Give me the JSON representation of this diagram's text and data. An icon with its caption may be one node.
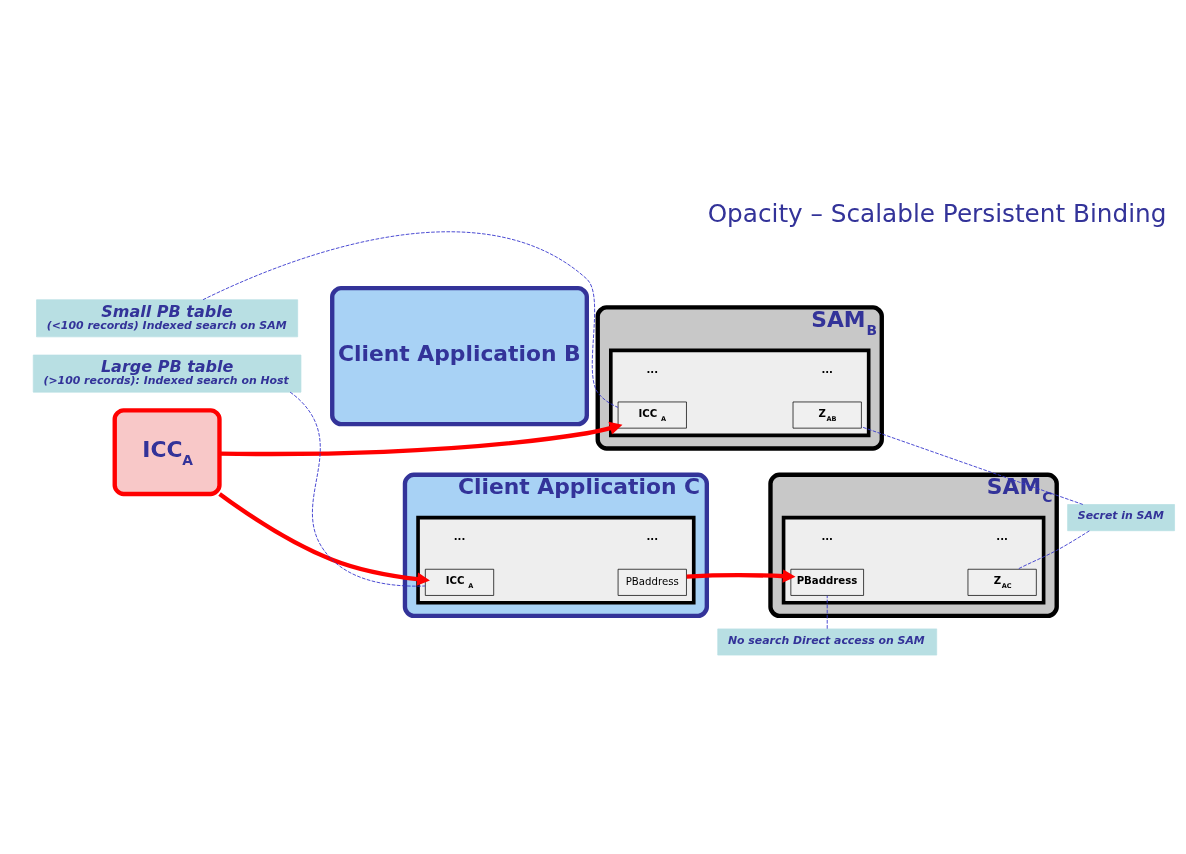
{
  "diagram": {
    "title": "Opacity – Scalable Persistent Binding",
    "nodes": [
      {
        "text": [
          "Small PB table",
          "(<100 records) Indexed search on SAM"
        ]
      },
      {
        "text": [
          "Client Application B"
        ]
      },
      {
        "text": [
          "SAM$_{B}$"
        ]
      },
      {
        "text": [],
        "shape": "box",
        "in": 2
      },
      {
        "text": [
          "ICC $_{A}$"
        ],
        "in": 3
      },
      {
        "text": [
          "Z$_{AB}$"
        ],
        "in": 3
      },
      {
        "text": [
          "ICC$_{A}$"
        ]
      },
      {
        "text": [
          "Client Application C"
        ]
      },
      {
        "text": [],
        "shape": "box",
        "in": 7
      },
      {
        "text": [
          "ICC $_{A}$"
        ],
        "in": 8
      },
      {
        "text": [
          "PBaddress"
        ],
        "in": 8
      },
      {
        "text": [
          "SAM$_{C}$"
        ]
      },
      {
        "text": [],
        "shape": "box",
        "in": 11
      },
      {
        "text": [
          "PBaddress"
        ],
        "in": 12
      },
      {
        "text": [
          "Z$_{AC}$"
        ],
        "in": 12
      },
      {
        "text": [
          "Large PB table",
          "(>100 records): Indexed search on Host"
        ]
      },
      {
        "text": [
          "No search Direct access on SAM"
        ]
      },
      {
        "text": [
          "Secret in SAM"
        ]
      }
    ],
    "edges": [
      {
        "from": 6,
        "to": 4,
        "arrow": "to",
        "style": "thick",
        "color": "#ff0000"
      },
      {
        "from": 6,
        "to": 9,
        "arrow": "to",
        "style": "thick",
        "color": "#ff0000"
      },
      {
        "from": 10,
        "to": 13,
        "arrow": "to",
        "style": "thick",
        "color": "#ff0000"
      },
      {
        "from": 0,
        "to": 4,
        "arrow": "none",
        "style": "dashed"
      },
      {
        "from": 15,
        "to": 9,
        "arrow": "none",
        "style": "dashed"
      },
      {
        "from": 16,
        "to": 13,
        "arrow": "none",
        "style": "dashed"
      },
      {
        "from": 17,
        "to": 14,
        "arrow": "none",
        "style": "dashed"
      },
      {
        "from": 17,
        "to": 5,
        "arrow": "none",
        "style": "dashed"
      }
    ],
    "labels": [
      "...",
      "...",
      "...",
      "...",
      "...",
      "..."
    ]
  }
}
